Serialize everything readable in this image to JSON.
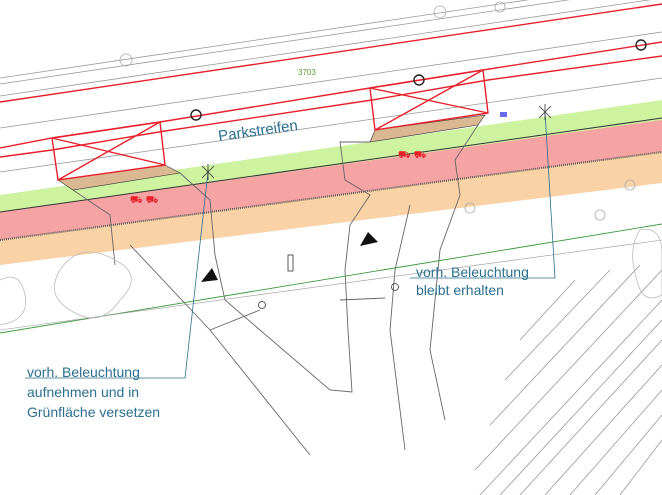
{
  "plan": {
    "parcel_number": "3703",
    "parking_label": "Parkstreifen",
    "note_right": [
      "vorh. Beleuchtung",
      "bleibt erhalten"
    ],
    "note_left": [
      "vorh. Beleuchtung",
      "aufnehmen und in",
      "Grünfläche versetzen"
    ]
  },
  "colors": {
    "green_strip": "#cdf2a0",
    "red_band": "#f6a3a3",
    "orange_band": "#f9d2a6",
    "brown_area": "#d9b892",
    "red_line": "#e8202a",
    "label_blue": "#2a6f8f"
  }
}
